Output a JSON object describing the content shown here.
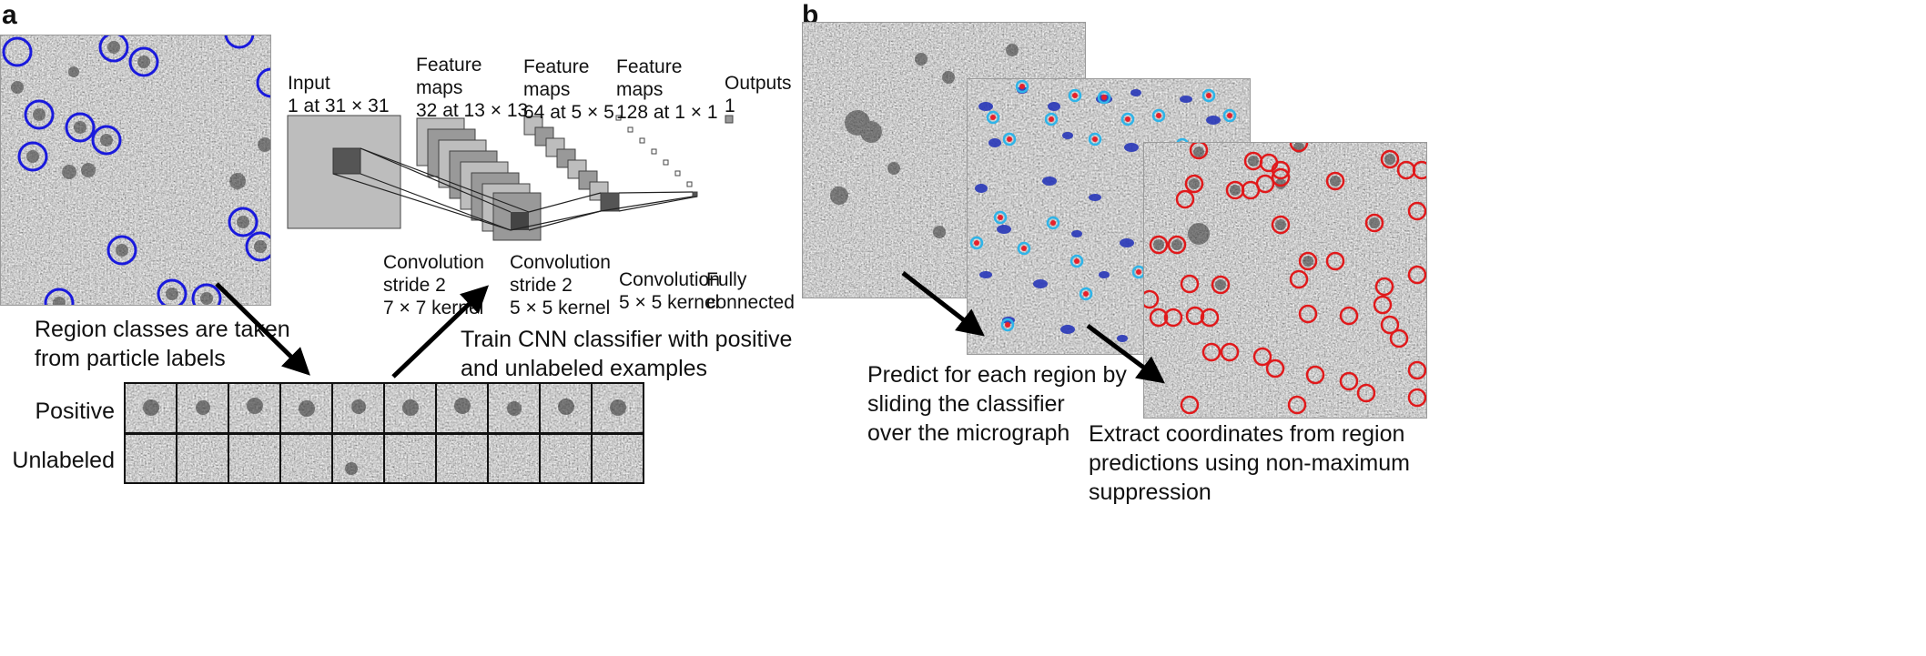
{
  "panel_a": {
    "letter": "a",
    "input_label": "Input\n1 at 31 × 31",
    "fmap1_label": "Feature\nmaps\n32 at 13 × 13",
    "fmap2_label": "Feature\nmaps\n64 at 5 × 5",
    "fmap3_label": "Feature\nmaps\n128 at 1 × 1",
    "outputs_label": "Outputs\n1",
    "conv1_label": "Convolution\nstride 2\n7 × 7 kernel",
    "conv2_label": "Convolution\nstride 2\n5 × 5 kernel",
    "conv3_label": "Convolution\n5 × 5 kernel",
    "fc_label": "Fully\nconnected",
    "region_text": "Region classes are taken\nfrom particle labels",
    "train_text": "Train CNN classifier with positive\nand unlabeled examples",
    "row_positive": "Positive",
    "row_unlabeled": "Unlabeled"
  },
  "panel_b": {
    "letter": "b",
    "predict_text": "Predict for each region by\nsliding the classifier\nover the micrograph",
    "extract_text": "Extract coordinates from region\npredictions using non-maximum\nsuppression"
  },
  "colors": {
    "label_circle": "#1a1adc",
    "detect_circle": "#e0191b",
    "heat_low": "#1f2fb8",
    "heat_high": "#e8202a",
    "layer_light": "#bdbdbd",
    "layer_dark": "#555555"
  }
}
